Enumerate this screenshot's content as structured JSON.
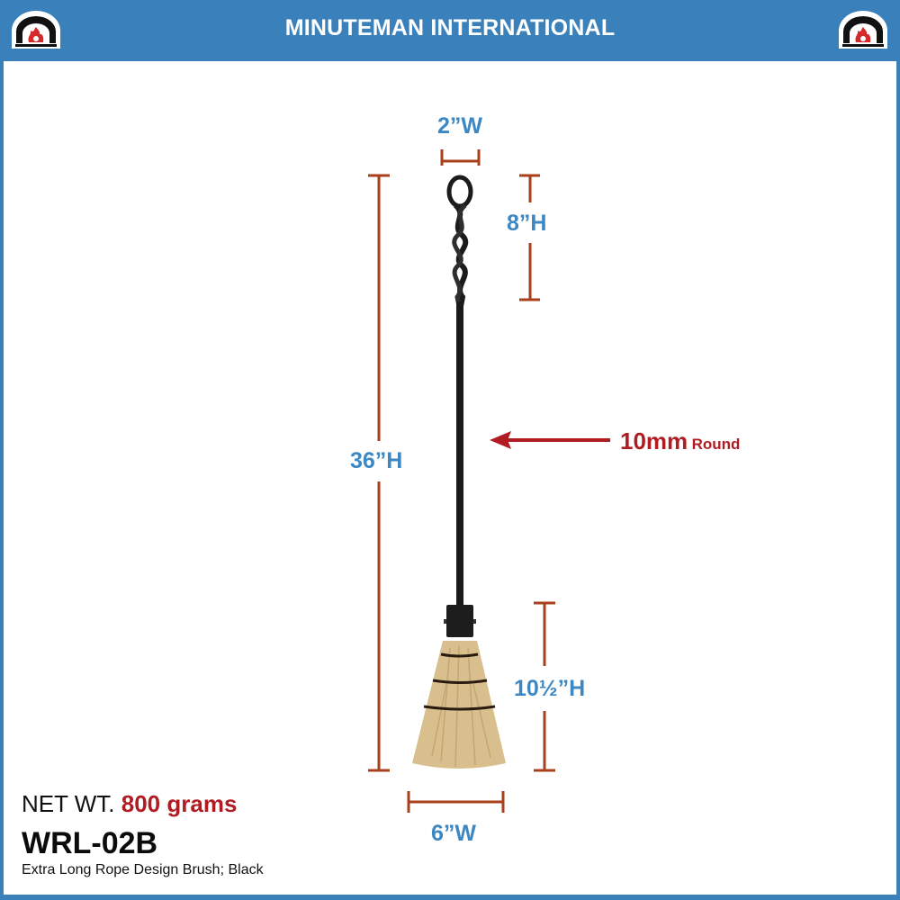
{
  "header": {
    "title": "MINUTEMAN INTERNATIONAL",
    "logo_left": "minuteman-logo",
    "logo_right": "minuteman-logo",
    "background": "#3a80ba"
  },
  "dimensions": {
    "loop_width": "2”W",
    "loop_height": "8”H",
    "total_height": "36”H",
    "brush_height": "10½”H",
    "brush_width": "6”W",
    "rod_diameter_value": "10mm",
    "rod_diameter_unit": "Round"
  },
  "colors": {
    "dimension_text": "#3d87c2",
    "dimension_lines": "#a8401e",
    "accent_red": "#b01c22",
    "brush_straw": "#d9bf8e",
    "metal": "#1b1b1b"
  },
  "product": {
    "net_wt_label": "NET WT.",
    "net_wt_value": "800 grams",
    "model": "WRL-02B",
    "description": "Extra Long Rope Design Brush; Black"
  }
}
